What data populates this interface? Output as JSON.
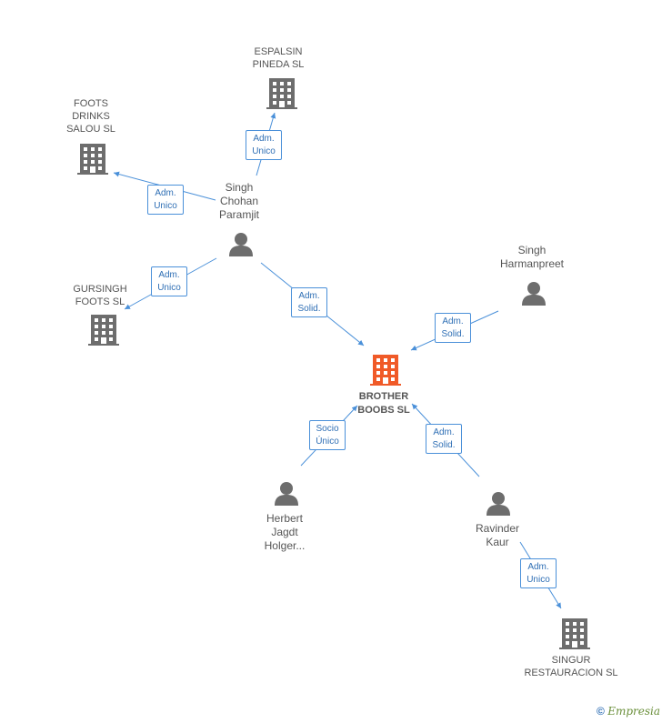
{
  "nodes": {
    "espalsin": {
      "label": "ESPALSIN\nPINEDA SL"
    },
    "foots_drinks": {
      "label": "FOOTS\nDRINKS\nSALOU SL"
    },
    "gursingh": {
      "label": "GURSINGH\nFOOTS SL"
    },
    "singh_chohan": {
      "label": "Singh\nChohan\nParamjit"
    },
    "singh_harmanpreet": {
      "label": "Singh\nHarmanpreet"
    },
    "brother_boobs": {
      "label": "BROTHER\nBOOBS SL"
    },
    "herbert": {
      "label": "Herbert\nJagdt\nHolger..."
    },
    "ravinder": {
      "label": "Ravinder\nKaur"
    },
    "singur": {
      "label": "SINGUR\nRESTAURACION SL"
    }
  },
  "edges": {
    "e1": "Adm.\nUnico",
    "e2": "Adm.\nUnico",
    "e3": "Adm.\nUnico",
    "e4": "Adm.\nSolid.",
    "e5": "Adm.\nSolid.",
    "e6": "Socio\nÚnico",
    "e7": "Adm.\nSolid.",
    "e8": "Adm.\nUnico"
  },
  "footer": {
    "copyright": "©",
    "brand": "Empresia"
  },
  "colors": {
    "edge": "#4a90d9",
    "company": "#6d6d6d",
    "main_company": "#f05a28",
    "person": "#6d6d6d"
  }
}
